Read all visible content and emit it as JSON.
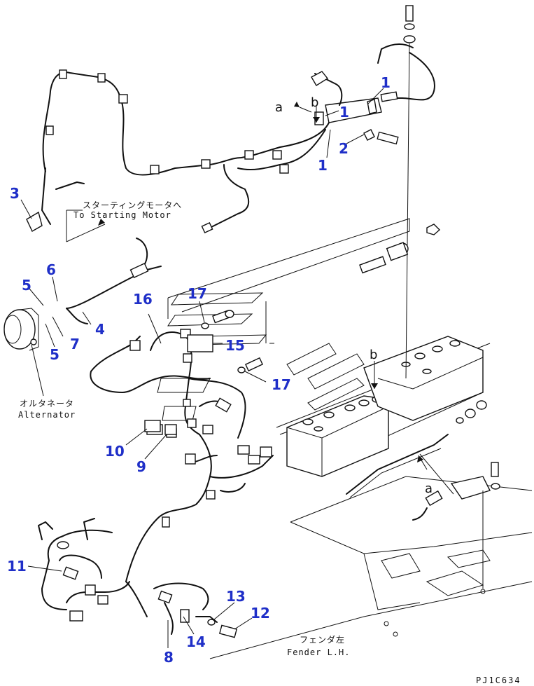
{
  "labels": {
    "starting_motor_jp": "スターティングモータへ",
    "starting_motor_en": "To Starting Motor",
    "alternator_jp": "オルタネータ",
    "alternator_en": "Alternator",
    "fender_jp": "フェンダ左",
    "fender_en": "Fender L.H.",
    "ref_a_top": "a",
    "ref_b_top": "b",
    "ref_a_bottom": "a",
    "ref_b_battery": "b",
    "drawing_code": "PJ1C634"
  },
  "callouts": {
    "c1_top": "1",
    "c1_mid": "1",
    "c1_low": "1",
    "c2": "2",
    "c3": "3",
    "c4": "4",
    "c5_a": "5",
    "c5_b": "5",
    "c6": "6",
    "c7": "7",
    "c8": "8",
    "c9": "9",
    "c10": "10",
    "c11": "11",
    "c12": "12",
    "c13": "13",
    "c14": "14",
    "c15": "15",
    "c16": "16",
    "c17_a": "17",
    "c17_b": "17"
  },
  "colors": {
    "callout": "#1f2fc8",
    "line": "#111111",
    "background": "#ffffff"
  }
}
